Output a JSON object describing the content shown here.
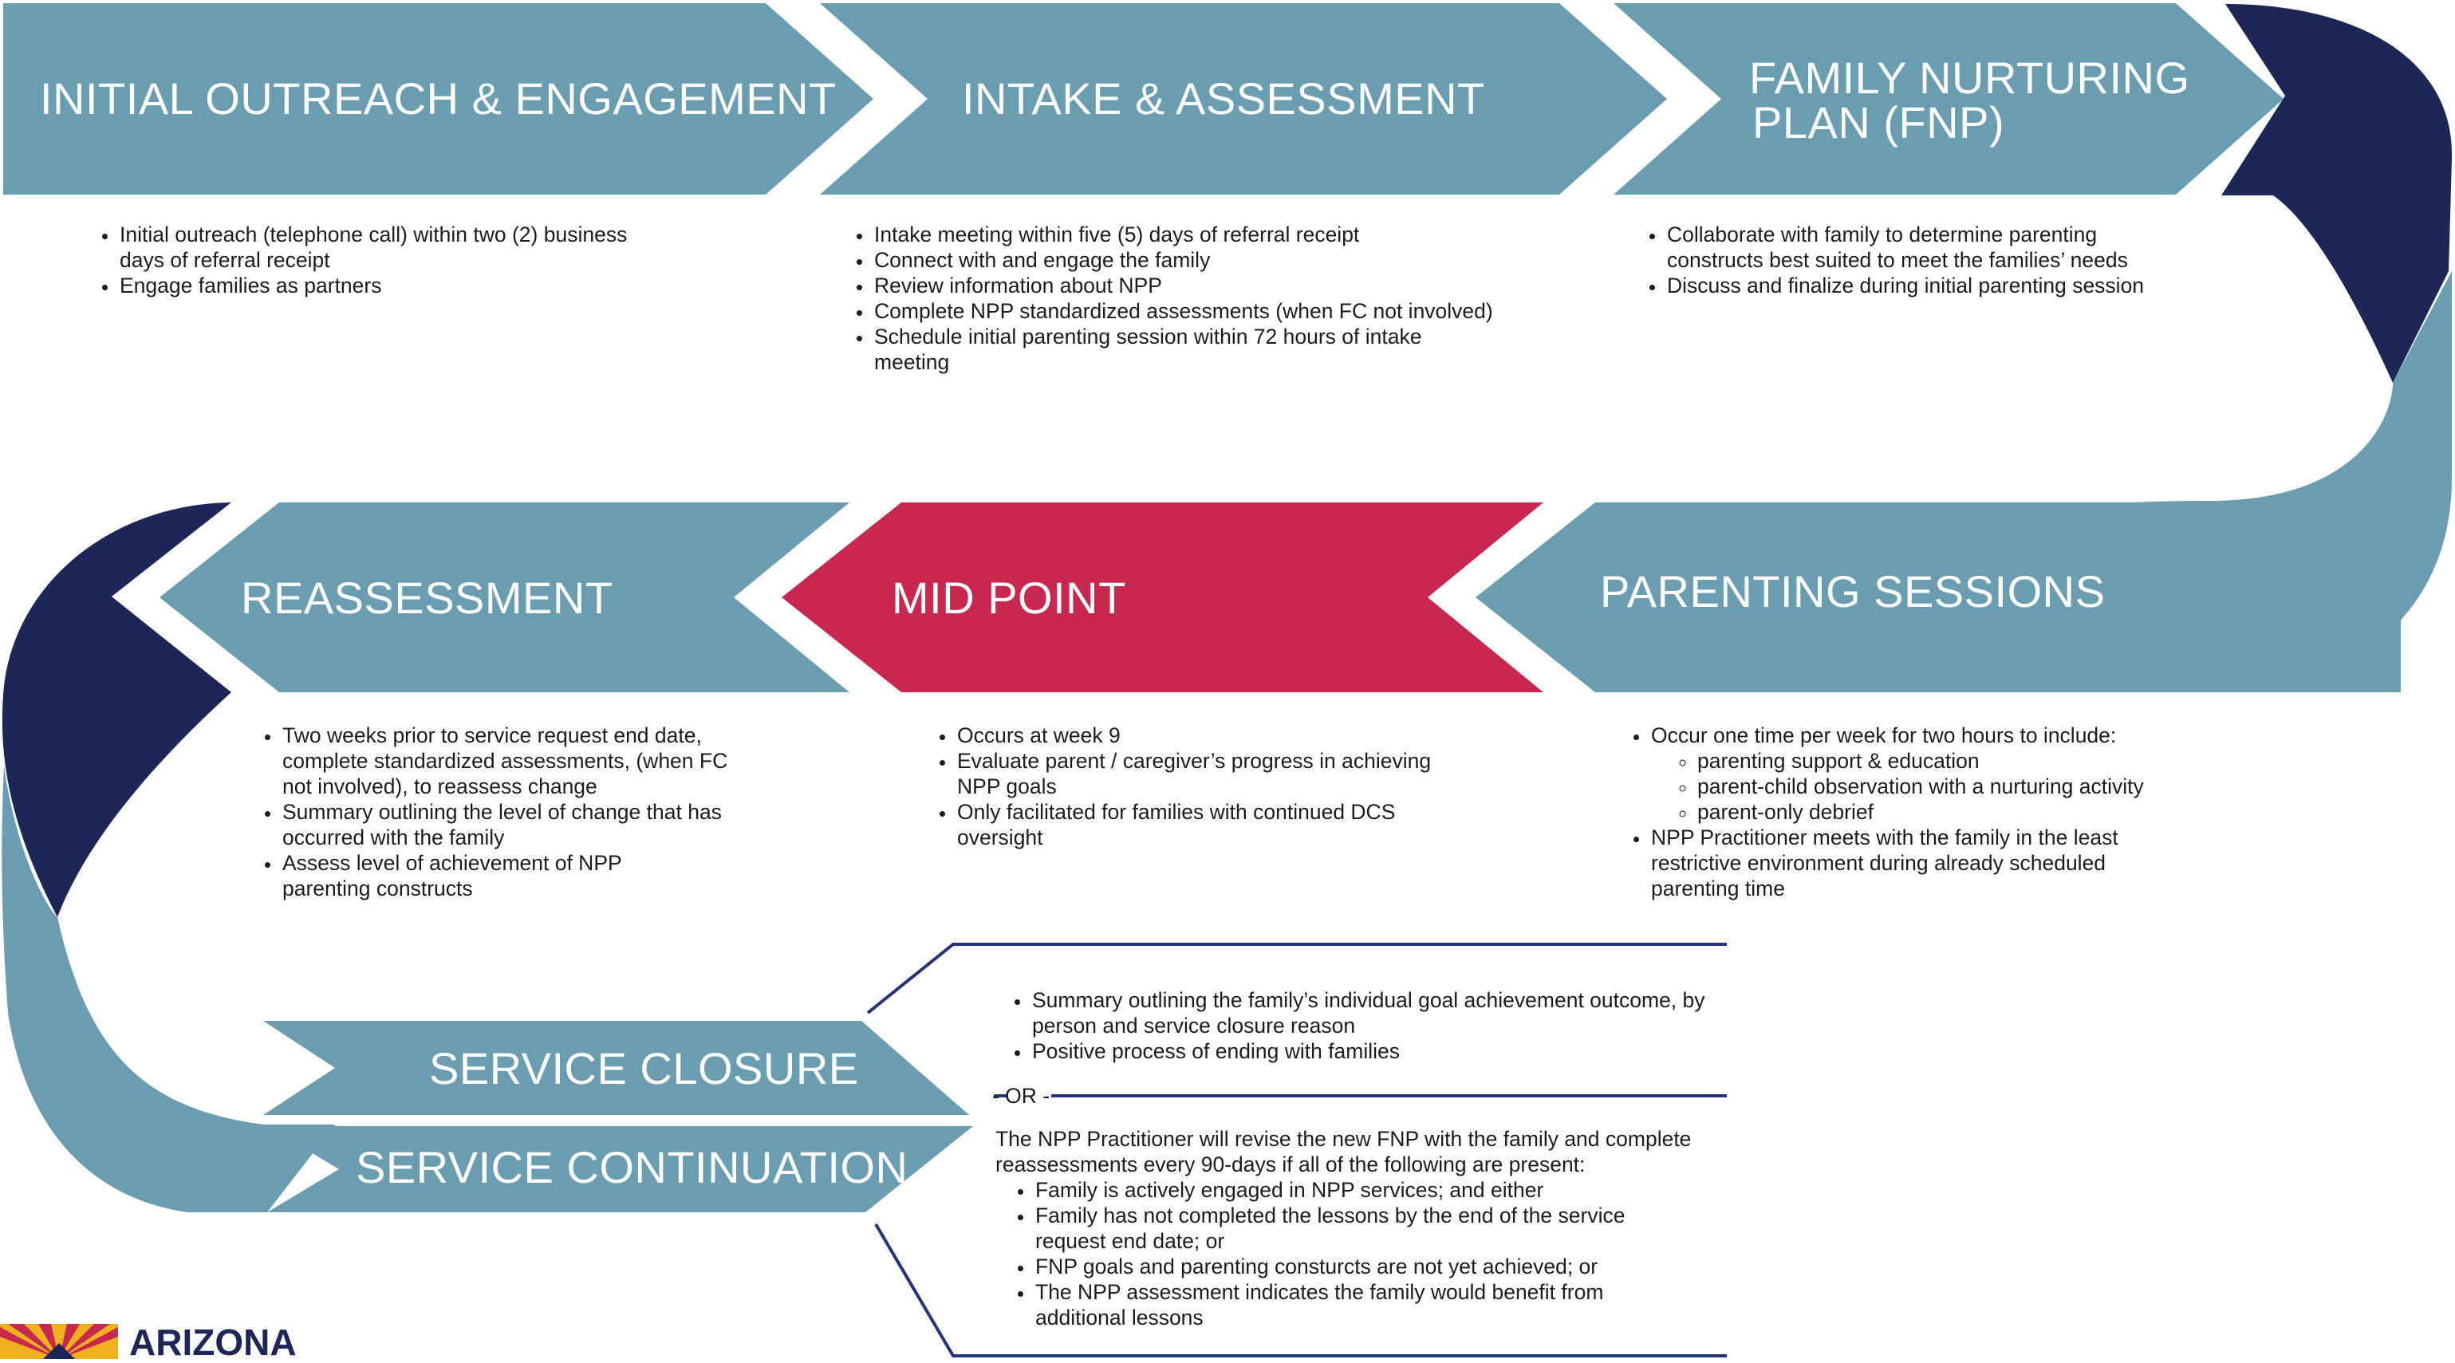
{
  "colors": {
    "teal": "#6a9db0",
    "navy": "#1c2757",
    "crimson": "#c8274f",
    "line": "#22357a",
    "text": "#1c1c1c",
    "logo_yellow": "#f0b21c",
    "logo_red": "#c8274f"
  },
  "steps": {
    "outreach": {
      "title": "INITIAL OUTREACH & ENGAGEMENT",
      "bullets": [
        "Initial outreach (telephone call) within two (2) business days of referral receipt",
        "Engage families as partners"
      ]
    },
    "intake": {
      "title": "INTAKE & ASSESSMENT",
      "bullets": [
        "Intake meeting within five (5) days of referral receipt",
        "Connect with and engage the family",
        "Review information about NPP",
        "Complete NPP standardized assessments (when FC not involved)",
        "Schedule initial parenting session within 72 hours of intake meeting"
      ]
    },
    "fnp": {
      "title_line1": "FAMILY NURTURING",
      "title_line2": "PLAN (FNP)",
      "bullets": [
        "Collaborate with family to determine parenting constructs best suited to meet the families’ needs",
        "Discuss and finalize during initial parenting session"
      ]
    },
    "parenting": {
      "title": "PARENTING SESSIONS",
      "bullet1": "Occur one time per week for two hours to include:",
      "sub_bullets": [
        "parenting support & education",
        "parent-child observation with a nurturing activity",
        "parent-only debrief"
      ],
      "bullet2": "NPP Practitioner meets with the family in the least restrictive environment during already scheduled parenting time"
    },
    "midpoint": {
      "title": "MID POINT",
      "bullets": [
        "Occurs at week 9",
        "Evaluate parent / caregiver’s progress in achieving NPP goals",
        "Only facilitated for families with continued DCS oversight"
      ]
    },
    "reassessment": {
      "title": "REASSESSMENT",
      "bullets": [
        "Two weeks prior to service request end date, complete standardized assessments, (when FC not involved), to reassess change",
        "Summary outlining the level of change that has occurred with the family",
        "Assess level of achievement of NPP parenting constructs"
      ]
    },
    "closure": {
      "title": "SERVICE CLOSURE",
      "bullets": [
        "Summary outlining the family’s individual goal achievement outcome, by person and service closure reason",
        "Positive process of ending with families"
      ]
    },
    "or_label": "- OR -",
    "continuation": {
      "title": "SERVICE CONTINUATION",
      "intro": "The NPP Practitioner will revise the new FNP with the family and complete reassessments every 90-days if all of the following are present:",
      "bullets": [
        "Family is actively engaged in NPP services; and either",
        "Family has not completed the lessons by the end of the service request end date; or",
        "FNP goals and parenting consturcts are not yet achieved; or",
        "The NPP assessment indicates the family would benefit from additional lessons"
      ]
    }
  },
  "logo": {
    "text": "ARIZONA"
  }
}
